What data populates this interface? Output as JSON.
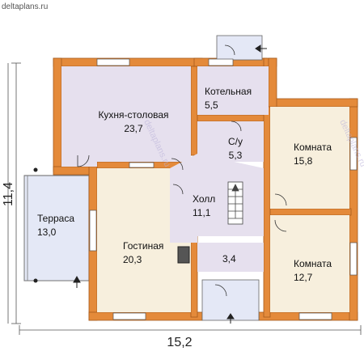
{
  "site": "deltaplans.ru",
  "dimensions": {
    "width": "15,2",
    "height": "11,4"
  },
  "colors": {
    "wall": "#e48a3a",
    "wall_edge": "#a65a1c",
    "room_purple": "#e6e0ee",
    "room_beige": "#f7efdd",
    "terrace": "#e4e8f6",
    "stair": "#ffffff"
  },
  "rooms": {
    "kitchen": {
      "name": "Кухня-столовая",
      "area": "23,7"
    },
    "boiler": {
      "name": "Котельная",
      "area": "5,5"
    },
    "wc": {
      "name": "С/у",
      "area": "5,3"
    },
    "room1": {
      "name": "Комната",
      "area": "15,8"
    },
    "hall": {
      "name": "Холл",
      "area": "11,1"
    },
    "terrace": {
      "name": "Терраса",
      "area": "13,0"
    },
    "living": {
      "name": "Гостиная",
      "area": "20,3"
    },
    "storage": {
      "name": "",
      "area": "3,4"
    },
    "room2": {
      "name": "Комната",
      "area": "12,7"
    }
  },
  "watermark": "deltaplans.ru"
}
